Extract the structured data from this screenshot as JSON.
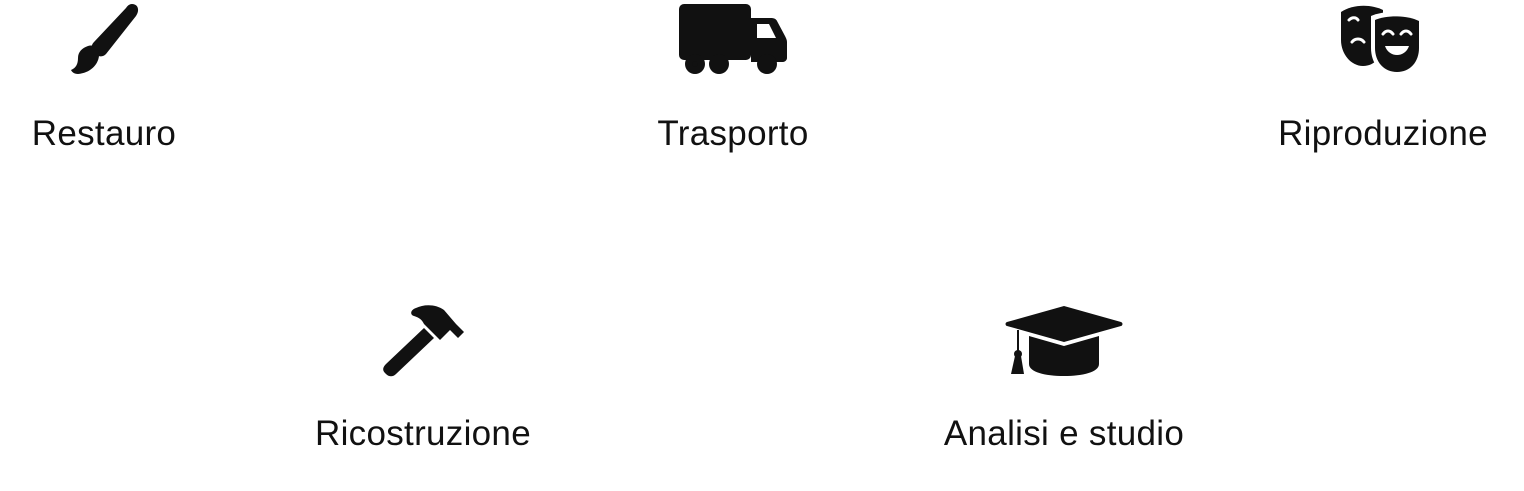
{
  "services": [
    {
      "label": "Restauro",
      "icon": "paintbrush-icon"
    },
    {
      "label": "Trasporto",
      "icon": "truck-icon"
    },
    {
      "label": "Riproduzione",
      "icon": "theater-masks-icon"
    },
    {
      "label": "Ricostruzione",
      "icon": "hammer-icon"
    },
    {
      "label": "Analisi e studio",
      "icon": "graduation-cap-icon"
    }
  ],
  "colors": {
    "icon": "#111111",
    "text": "#111111",
    "background": "#ffffff"
  }
}
